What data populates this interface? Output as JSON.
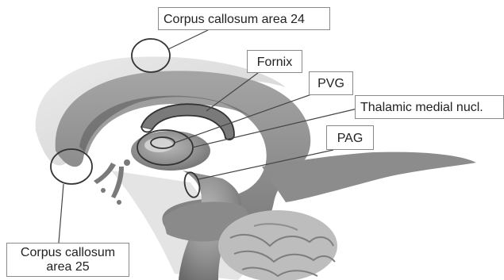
{
  "labels": {
    "corpus_callosum_24": "Corpus callosum area 24",
    "fornix": "Fornix",
    "pvg": "PVG",
    "thalamic_medial_nucl": "Thalamic medial nucl.",
    "pag": "PAG",
    "corpus_callosum_25_line1": "Corpus callosum",
    "corpus_callosum_25_line2": "area 25"
  },
  "colors": {
    "brain_tissue": "#9a9a9a",
    "brain_shadow": "#6e6e6e",
    "brain_highlight": "#c9c9c9",
    "outline_marker": "#333333",
    "leader_line": "#444444",
    "label_border": "#8a8a8a"
  }
}
